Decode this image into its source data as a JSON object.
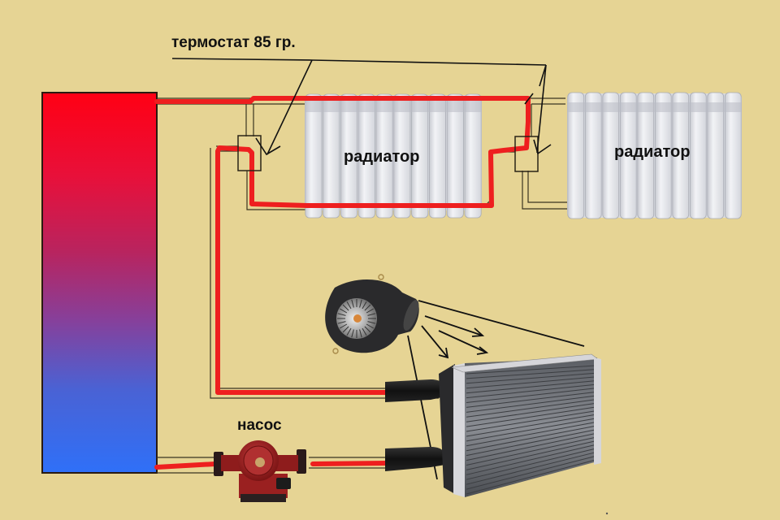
{
  "diagram": {
    "title": "Heating circuit with radiators, heater core, blower and pump",
    "labels": {
      "thermostat": "термостат 85 гр.",
      "radiator_1": "радиатор",
      "radiator_2": "радиатор",
      "pump": "насос"
    },
    "components": [
      {
        "id": "boiler",
        "type": "tank",
        "gradient": [
          "hot-top",
          "cold-bottom"
        ]
      },
      {
        "id": "thermostat-1",
        "type": "thermostat"
      },
      {
        "id": "radiator-1",
        "type": "radiator",
        "sections": 10
      },
      {
        "id": "thermostat-2",
        "type": "thermostat"
      },
      {
        "id": "radiator-2",
        "type": "radiator",
        "sections": 10
      },
      {
        "id": "blower-fan",
        "type": "fan"
      },
      {
        "id": "heater-core",
        "type": "heat-exchanger"
      },
      {
        "id": "circulation-pump",
        "type": "pump"
      }
    ],
    "colors": {
      "background": "#e6d494",
      "hot_pipe": "#ee1f1f",
      "tank_hot": "#ff0014",
      "tank_mid": "#8b3d97",
      "tank_cold": "#2f6ff5",
      "outline": "#3a3420",
      "radiator": "#e4e5ea"
    }
  }
}
